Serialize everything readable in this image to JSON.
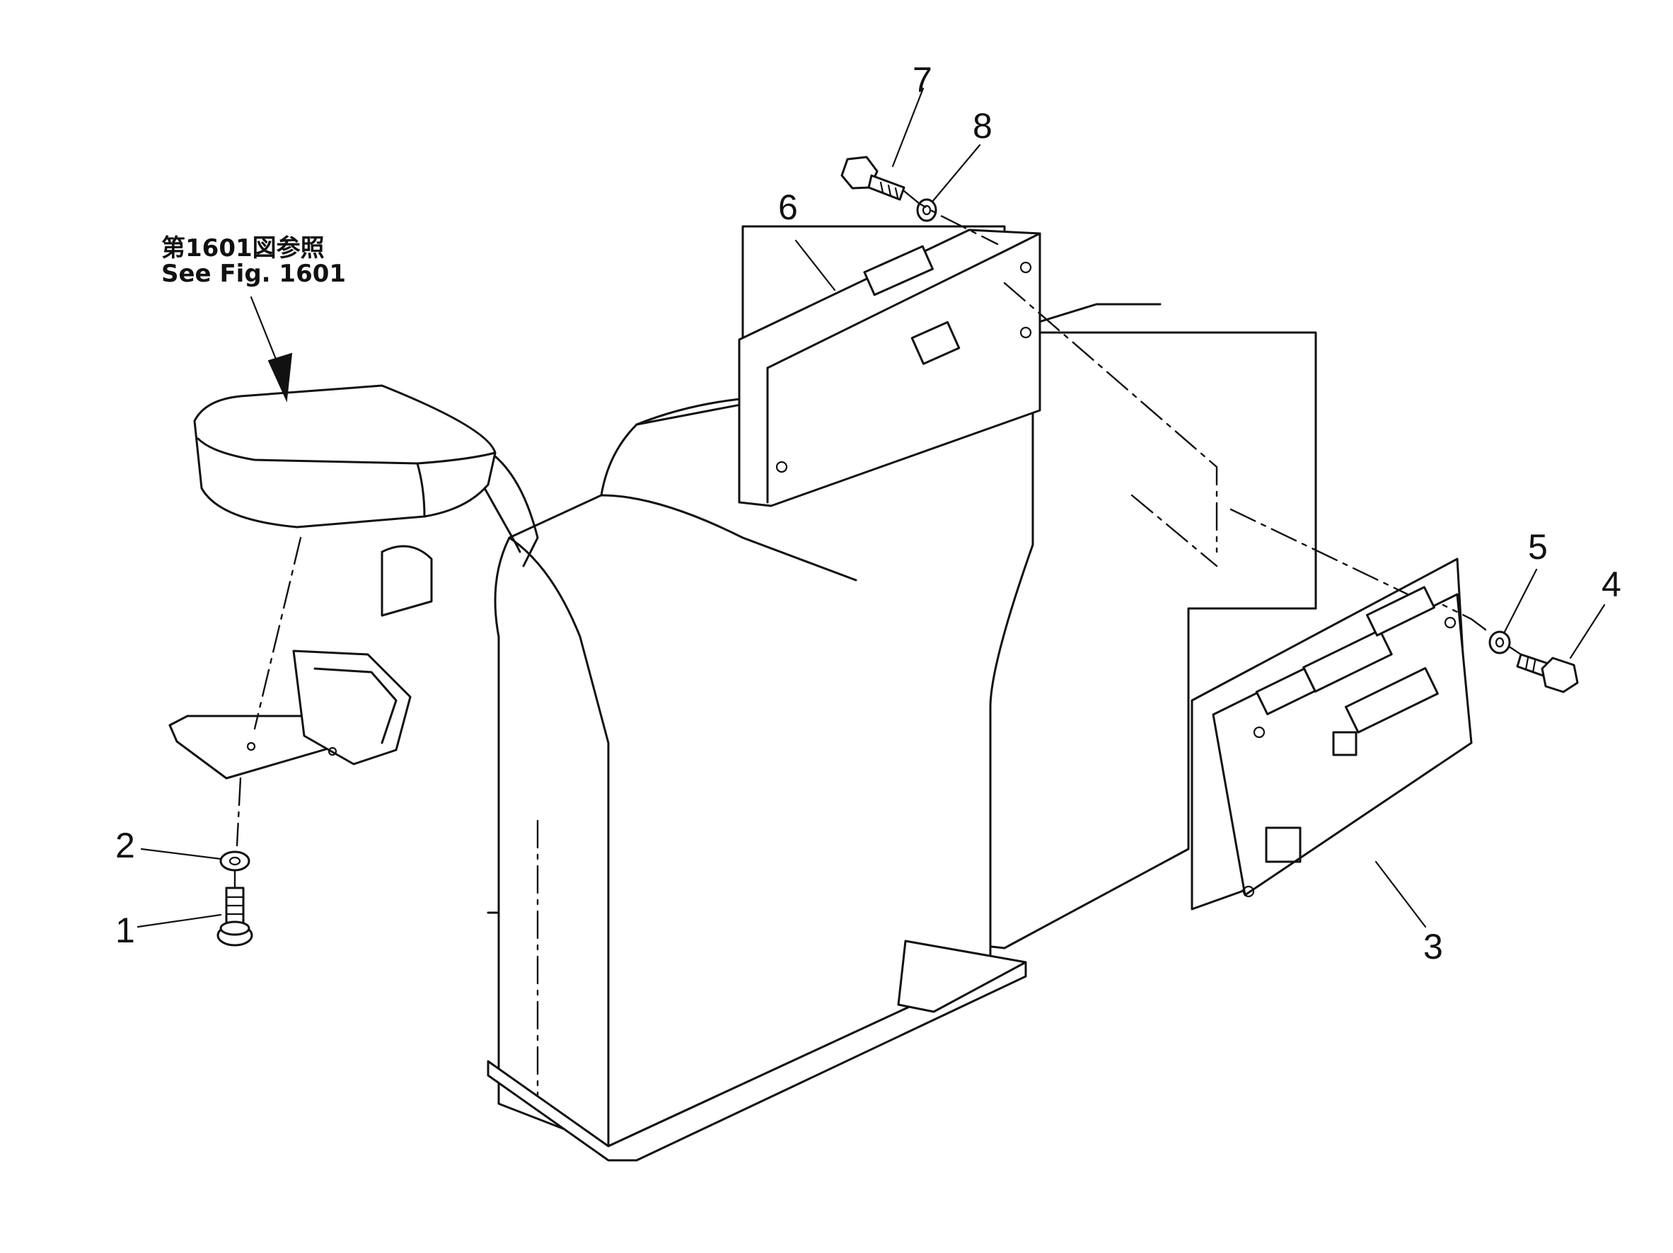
{
  "reference_note": {
    "line1": "第1601図参照",
    "line2": "See Fig. 1601"
  },
  "callouts": [
    {
      "id": "1",
      "label": "1"
    },
    {
      "id": "2",
      "label": "2"
    },
    {
      "id": "3",
      "label": "3"
    },
    {
      "id": "4",
      "label": "4"
    },
    {
      "id": "5",
      "label": "5"
    },
    {
      "id": "6",
      "label": "6"
    },
    {
      "id": "7",
      "label": "7"
    },
    {
      "id": "8",
      "label": "8"
    }
  ],
  "colors": {
    "ink": "#111111",
    "paper": "#ffffff"
  }
}
